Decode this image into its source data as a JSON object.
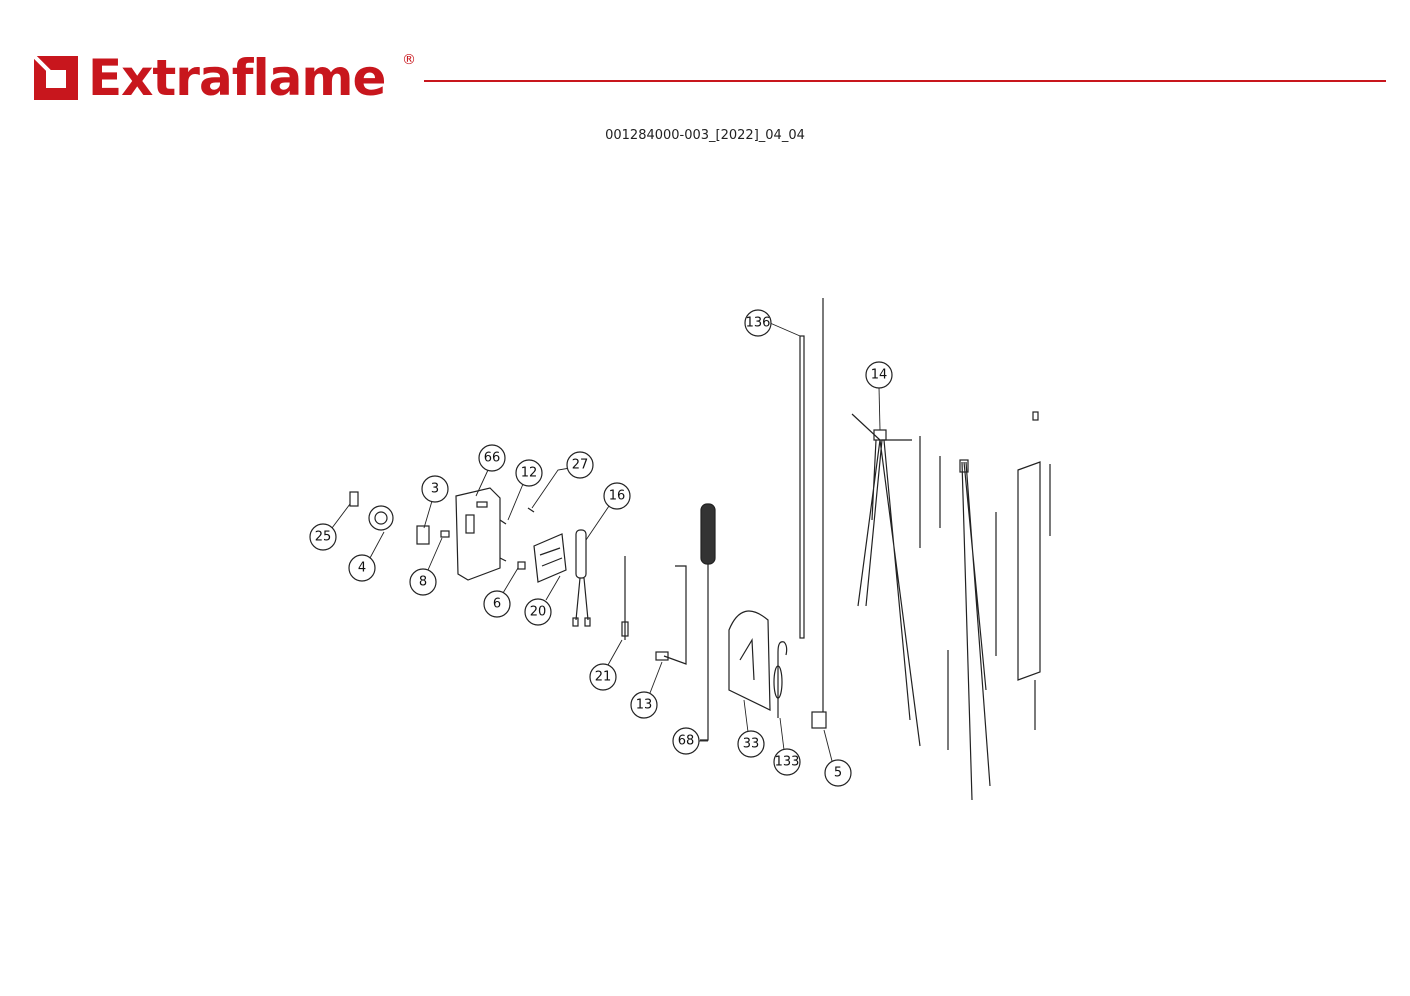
{
  "header": {
    "brand": "Extraflame",
    "registered_mark": "®",
    "brand_color": "#c8161d",
    "document_code": "001284000-003_[2022]_04_04"
  },
  "callouts": [
    "136",
    "14",
    "66",
    "12",
    "27",
    "3",
    "16",
    "25",
    "4",
    "8",
    "6",
    "20",
    "21",
    "13",
    "68",
    "33",
    "133",
    "5"
  ]
}
